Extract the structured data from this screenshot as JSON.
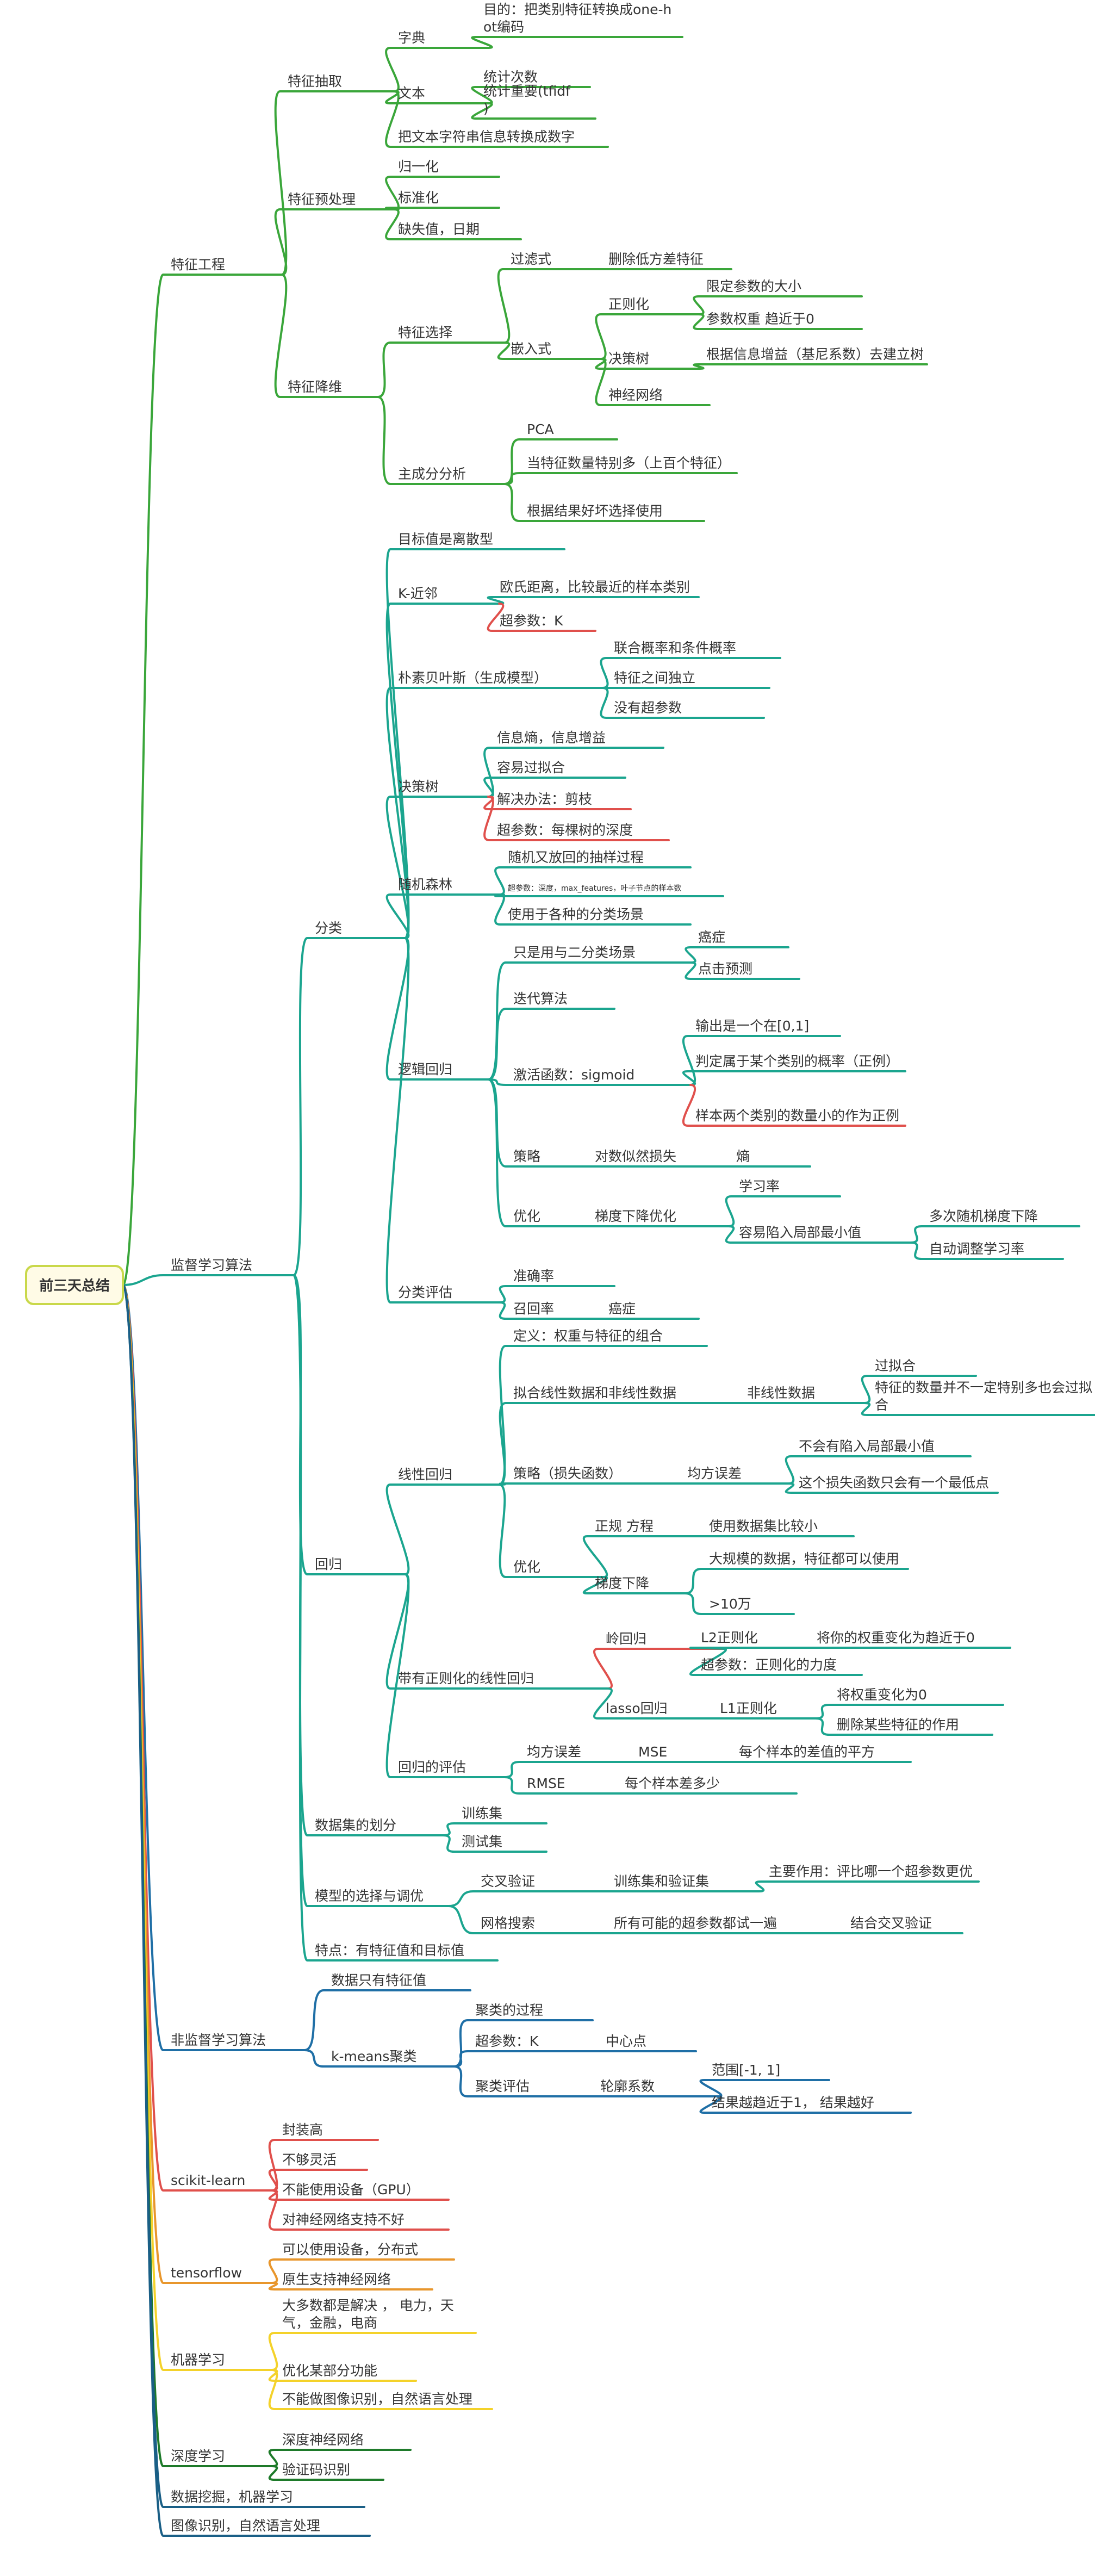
{
  "root": "前三天总结",
  "colors": {
    "green": "#3aa63a",
    "teal": "#1ba58f",
    "blue": "#1f6fa6",
    "red": "#e0504c",
    "orange": "#e8962c",
    "yellow": "#f4d22a",
    "darkgreen": "#1e7a2a",
    "navy": "#1a5f86"
  },
  "nodes": [
    {
      "id": "n_fe",
      "text": "特征工程",
      "color": "green",
      "parent": "root"
    },
    {
      "id": "n_extract",
      "text": "特征抽取",
      "color": "green",
      "parent": "n_fe"
    },
    {
      "id": "n_dict",
      "text": "字典",
      "color": "green",
      "parent": "n_extract"
    },
    {
      "id": "n_dict_goal",
      "text": "目的：把类别特征转换成one-hot编码",
      "color": "green",
      "parent": "n_dict"
    },
    {
      "id": "n_text",
      "text": "文本",
      "color": "green",
      "parent": "n_extract"
    },
    {
      "id": "n_count",
      "text": "统计次数",
      "color": "green",
      "parent": "n_text"
    },
    {
      "id": "n_tfidf",
      "text": "统计重要(tfidf)",
      "color": "green",
      "parent": "n_text"
    },
    {
      "id": "n_str2num",
      "text": "把文本字符串信息转换成数字",
      "color": "green",
      "parent": "n_extract"
    },
    {
      "id": "n_prep",
      "text": "特征预处理",
      "color": "green",
      "parent": "n_fe"
    },
    {
      "id": "n_norm",
      "text": "归一化",
      "color": "green",
      "parent": "n_prep"
    },
    {
      "id": "n_std",
      "text": "标准化",
      "color": "green",
      "parent": "n_prep"
    },
    {
      "id": "n_missing",
      "text": "缺失值，日期",
      "color": "green",
      "parent": "n_prep"
    },
    {
      "id": "n_dimred",
      "text": "特征降维",
      "color": "green",
      "parent": "n_fe"
    },
    {
      "id": "n_select",
      "text": "特征选择",
      "color": "green",
      "parent": "n_dimred"
    },
    {
      "id": "n_filter",
      "text": "过滤式",
      "color": "green",
      "parent": "n_select"
    },
    {
      "id": "n_lowvar",
      "text": "删除低方差特征",
      "color": "green",
      "parent": "n_filter"
    },
    {
      "id": "n_embed",
      "text": "嵌入式",
      "color": "green",
      "parent": "n_select"
    },
    {
      "id": "n_reg",
      "text": "正则化",
      "color": "green",
      "parent": "n_embed"
    },
    {
      "id": "n_limit",
      "text": "限定参数的大小",
      "color": "green",
      "parent": "n_reg"
    },
    {
      "id": "n_weight0",
      "text": "参数权重 趋近于0",
      "color": "green",
      "parent": "n_reg"
    },
    {
      "id": "n_dtree_sel",
      "text": "决策树",
      "color": "green",
      "parent": "n_embed"
    },
    {
      "id": "n_gini",
      "text": "根据信息增益（基尼系数）去建立树",
      "color": "green",
      "parent": "n_dtree_sel"
    },
    {
      "id": "n_nn_sel",
      "text": "神经网络",
      "color": "green",
      "parent": "n_embed"
    },
    {
      "id": "n_pca_group",
      "text": "主成分分析",
      "color": "green",
      "parent": "n_dimred"
    },
    {
      "id": "n_pca",
      "text": "PCA",
      "color": "green",
      "parent": "n_pca_group"
    },
    {
      "id": "n_manyfeat",
      "text": "当特征数量特别多（上百个特征）",
      "color": "green",
      "parent": "n_pca_group"
    },
    {
      "id": "n_choose",
      "text": "根据结果好坏选择使用",
      "color": "green",
      "parent": "n_pca_group"
    },
    {
      "id": "n_sup",
      "text": "监督学习算法",
      "color": "teal",
      "parent": "root"
    },
    {
      "id": "n_cls",
      "text": "分类",
      "color": "teal",
      "parent": "n_sup"
    },
    {
      "id": "n_discrete",
      "text": "目标值是离散型",
      "color": "teal",
      "parent": "n_cls"
    },
    {
      "id": "n_knn",
      "text": "K-近邻",
      "color": "teal",
      "parent": "n_cls"
    },
    {
      "id": "n_euclid",
      "text": "欧氏距离，比较最近的样本类别",
      "color": "teal",
      "parent": "n_knn"
    },
    {
      "id": "n_k",
      "text": "超参数：K",
      "color": "red",
      "parent": "n_knn"
    },
    {
      "id": "n_nb",
      "text": "朴素贝叶斯（生成模型）",
      "color": "teal",
      "parent": "n_cls"
    },
    {
      "id": "n_joint",
      "text": "联合概率和条件概率",
      "color": "teal",
      "parent": "n_nb"
    },
    {
      "id": "n_indep",
      "text": "特征之间独立",
      "color": "teal",
      "parent": "n_nb"
    },
    {
      "id": "n_nohyper",
      "text": "没有超参数",
      "color": "teal",
      "parent": "n_nb"
    },
    {
      "id": "n_dt",
      "text": "决策树",
      "color": "teal",
      "parent": "n_cls"
    },
    {
      "id": "n_entropy",
      "text": "信息熵，信息增益",
      "color": "teal",
      "parent": "n_dt"
    },
    {
      "id": "n_overfit",
      "text": "容易过拟合",
      "color": "teal",
      "parent": "n_dt"
    },
    {
      "id": "n_prune",
      "text": "解决办法：剪枝",
      "color": "red",
      "parent": "n_dt"
    },
    {
      "id": "n_depth",
      "text": "超参数：每棵树的深度",
      "color": "red",
      "parent": "n_dt"
    },
    {
      "id": "n_rf",
      "text": "随机森林",
      "color": "teal",
      "parent": "n_cls"
    },
    {
      "id": "n_bootstrap",
      "text": "随机又放回的抽样过程",
      "color": "teal",
      "parent": "n_rf"
    },
    {
      "id": "n_rfhyper",
      "text": "超参数：深度，max_features，叶子节点的样本数",
      "color": "teal",
      "parent": "n_rf",
      "small": true
    },
    {
      "id": "n_rfuse",
      "text": "使用于各种的分类场景",
      "color": "teal",
      "parent": "n_rf"
    },
    {
      "id": "n_lr",
      "text": "逻辑回归",
      "color": "teal",
      "parent": "n_cls"
    },
    {
      "id": "n_binary",
      "text": "只是用与二分类场景",
      "color": "teal",
      "parent": "n_lr"
    },
    {
      "id": "n_cancer",
      "text": "癌症",
      "color": "teal",
      "parent": "n_binary"
    },
    {
      "id": "n_click",
      "text": "点击预测",
      "color": "teal",
      "parent": "n_binary"
    },
    {
      "id": "n_iter",
      "text": "迭代算法",
      "color": "teal",
      "parent": "n_lr"
    },
    {
      "id": "n_sigmoid",
      "text": "激活函数：sigmoid",
      "color": "teal",
      "parent": "n_lr"
    },
    {
      "id": "n_out01",
      "text": "输出是一个在[0,1]",
      "color": "teal",
      "parent": "n_sigmoid"
    },
    {
      "id": "n_prob",
      "text": "判定属于某个类别的概率（正例）",
      "color": "teal",
      "parent": "n_sigmoid"
    },
    {
      "id": "n_smallpos",
      "text": "样本两个类别的数量小的作为正例",
      "color": "red",
      "parent": "n_sigmoid"
    },
    {
      "id": "n_strategy",
      "text": "策略",
      "color": "teal",
      "parent": "n_lr"
    },
    {
      "id": "n_logloss",
      "text": "对数似然损失",
      "color": "teal",
      "parent": "n_strategy"
    },
    {
      "id": "n_shang",
      "text": "熵",
      "color": "teal",
      "parent": "n_logloss"
    },
    {
      "id": "n_opt",
      "text": "优化",
      "color": "teal",
      "parent": "n_lr"
    },
    {
      "id": "n_gd",
      "text": "梯度下降优化",
      "color": "teal",
      "parent": "n_opt"
    },
    {
      "id": "n_lrate",
      "text": "学习率",
      "color": "teal",
      "parent": "n_gd"
    },
    {
      "id": "n_localmin",
      "text": "容易陷入局部最小值",
      "color": "teal",
      "parent": "n_gd"
    },
    {
      "id": "n_multi",
      "text": "多次随机梯度下降",
      "color": "teal",
      "parent": "n_localmin"
    },
    {
      "id": "n_auto",
      "text": "自动调整学习率",
      "color": "teal",
      "parent": "n_localmin"
    },
    {
      "id": "n_clseval",
      "text": "分类评估",
      "color": "teal",
      "parent": "n_cls"
    },
    {
      "id": "n_prec",
      "text": "准确率",
      "color": "teal",
      "parent": "n_clseval"
    },
    {
      "id": "n_recall",
      "text": "召回率",
      "color": "teal",
      "parent": "n_clseval"
    },
    {
      "id": "n_cancer2",
      "text": "癌症",
      "color": "teal",
      "parent": "n_recall"
    },
    {
      "id": "n_rgr",
      "text": "回归",
      "color": "teal",
      "parent": "n_sup"
    },
    {
      "id": "n_linreg",
      "text": "线性回归",
      "color": "teal",
      "parent": "n_rgr"
    },
    {
      "id": "n_def",
      "text": "定义：权重与特征的组合",
      "color": "teal",
      "parent": "n_linreg"
    },
    {
      "id": "n_fit",
      "text": "拟合线性数据和非线性数据",
      "color": "teal",
      "parent": "n_linreg"
    },
    {
      "id": "n_nonlin",
      "text": "非线性数据",
      "color": "teal",
      "parent": "n_fit"
    },
    {
      "id": "n_overfit2",
      "text": "过拟合",
      "color": "teal",
      "parent": "n_nonlin"
    },
    {
      "id": "n_notover",
      "text": "特征的数量并不一定特别多也会过拟合",
      "color": "teal",
      "parent": "n_nonlin"
    },
    {
      "id": "n_loss",
      "text": "策略（损失函数）",
      "color": "teal",
      "parent": "n_linreg"
    },
    {
      "id": "n_mse",
      "text": "均方误差",
      "color": "teal",
      "parent": "n_loss"
    },
    {
      "id": "n_nolocal",
      "text": "不会有陷入局部最小值",
      "color": "teal",
      "parent": "n_mse"
    },
    {
      "id": "n_onlymin",
      "text": "这个损失函数只会有一个最低点",
      "color": "teal",
      "parent": "n_mse"
    },
    {
      "id": "n_lopt",
      "text": "优化",
      "color": "teal",
      "parent": "n_linreg"
    },
    {
      "id": "n_normal",
      "text": "正规 方程",
      "color": "teal",
      "parent": "n_lopt"
    },
    {
      "id": "n_small",
      "text": "使用数据集比较小",
      "color": "teal",
      "parent": "n_normal"
    },
    {
      "id": "n_gd2",
      "text": "梯度下降",
      "color": "teal",
      "parent": "n_lopt"
    },
    {
      "id": "n_large",
      "text": "大规模的数据，特征都可以使用",
      "color": "teal",
      "parent": "n_gd2"
    },
    {
      "id": "n_10w",
      "text": ">10万",
      "color": "teal",
      "parent": "n_gd2"
    },
    {
      "id": "n_reglin",
      "text": "带有正则化的线性回归",
      "color": "teal",
      "parent": "n_rgr"
    },
    {
      "id": "n_ridge",
      "text": "岭回归",
      "color": "red",
      "parent": "n_reglin"
    },
    {
      "id": "n_l2",
      "text": "L2正则化",
      "color": "teal",
      "parent": "n_ridge"
    },
    {
      "id": "n_l2desc",
      "text": "将你的权重变化为趋近于0",
      "color": "teal",
      "parent": "n_l2"
    },
    {
      "id": "n_alpha",
      "text": "超参数：正则化的力度",
      "color": "teal",
      "parent": "n_ridge"
    },
    {
      "id": "n_lasso",
      "text": "lasso回归",
      "color": "teal",
      "parent": "n_reglin"
    },
    {
      "id": "n_l1",
      "text": "L1正则化",
      "color": "teal",
      "parent": "n_lasso"
    },
    {
      "id": "n_l1a",
      "text": "将权重变化为0",
      "color": "teal",
      "parent": "n_l1"
    },
    {
      "id": "n_l1b",
      "text": "删除某些特征的作用",
      "color": "teal",
      "parent": "n_l1"
    },
    {
      "id": "n_rgreval",
      "text": "回归的评估",
      "color": "teal",
      "parent": "n_rgr"
    },
    {
      "id": "n_msegrp",
      "text": "均方误差",
      "color": "teal",
      "parent": "n_rgreval"
    },
    {
      "id": "n_mse2",
      "text": "MSE",
      "color": "teal",
      "parent": "n_msegrp"
    },
    {
      "id": "n_msedesc",
      "text": "每个样本的差值的平方",
      "color": "teal",
      "parent": "n_mse2"
    },
    {
      "id": "n_rmse",
      "text": "RMSE",
      "color": "teal",
      "parent": "n_rgreval"
    },
    {
      "id": "n_rmsedesc",
      "text": "每个样本差多少",
      "color": "teal",
      "parent": "n_rmse"
    },
    {
      "id": "n_split",
      "text": "数据集的划分",
      "color": "teal",
      "parent": "n_sup"
    },
    {
      "id": "n_train",
      "text": "训练集",
      "color": "teal",
      "parent": "n_split"
    },
    {
      "id": "n_test",
      "text": "测试集",
      "color": "teal",
      "parent": "n_split"
    },
    {
      "id": "n_model",
      "text": "模型的选择与调优",
      "color": "teal",
      "parent": "n_sup"
    },
    {
      "id": "n_cv",
      "text": "交叉验证",
      "color": "teal",
      "parent": "n_model"
    },
    {
      "id": "n_trainval",
      "text": "训练集和验证集",
      "color": "teal",
      "parent": "n_cv"
    },
    {
      "id": "n_cvrole",
      "text": "主要作用：评比哪一个超参数更优",
      "color": "teal",
      "parent": "n_trainval"
    },
    {
      "id": "n_grid",
      "text": "网格搜索",
      "color": "teal",
      "parent": "n_model"
    },
    {
      "id": "n_allparam",
      "text": "所有可能的超参数都试一遍",
      "color": "teal",
      "parent": "n_grid"
    },
    {
      "id": "n_combcv",
      "text": "结合交叉验证",
      "color": "teal",
      "parent": "n_allparam"
    },
    {
      "id": "n_feat",
      "text": "特点：有特征值和目标值",
      "color": "teal",
      "parent": "n_sup"
    },
    {
      "id": "n_unsup",
      "text": "非监督学习算法",
      "color": "blue",
      "parent": "root"
    },
    {
      "id": "n_onlyfeat",
      "text": "数据只有特征值",
      "color": "blue",
      "parent": "n_unsup"
    },
    {
      "id": "n_kmeans",
      "text": "k-means聚类",
      "color": "blue",
      "parent": "n_unsup"
    },
    {
      "id": "n_process",
      "text": "聚类的过程",
      "color": "blue",
      "parent": "n_kmeans"
    },
    {
      "id": "n_khyper",
      "text": "超参数：K",
      "color": "blue",
      "parent": "n_kmeans"
    },
    {
      "id": "n_center",
      "text": "中心点",
      "color": "blue",
      "parent": "n_khyper"
    },
    {
      "id": "n_ceval",
      "text": "聚类评估",
      "color": "blue",
      "parent": "n_kmeans"
    },
    {
      "id": "n_sil",
      "text": "轮廓系数",
      "color": "blue",
      "parent": "n_ceval"
    },
    {
      "id": "n_range",
      "text": "范围[-1, 1]",
      "color": "blue",
      "parent": "n_sil"
    },
    {
      "id": "n_closer",
      "text": "结果越趋近于1，  结果越好",
      "color": "blue",
      "parent": "n_sil"
    },
    {
      "id": "n_sk",
      "text": "scikit-learn",
      "color": "red",
      "parent": "root"
    },
    {
      "id": "n_sk1",
      "text": "封装高",
      "color": "red",
      "parent": "n_sk"
    },
    {
      "id": "n_sk2",
      "text": "不够灵活",
      "color": "red",
      "parent": "n_sk"
    },
    {
      "id": "n_sk3",
      "text": "不能使用设备（GPU）",
      "color": "red",
      "parent": "n_sk"
    },
    {
      "id": "n_sk4",
      "text": "对神经网络支持不好",
      "color": "red",
      "parent": "n_sk"
    },
    {
      "id": "n_tf",
      "text": "tensorflow",
      "color": "orange",
      "parent": "root"
    },
    {
      "id": "n_tf1",
      "text": "可以使用设备，分布式",
      "color": "orange",
      "parent": "n_tf"
    },
    {
      "id": "n_tf2",
      "text": "原生支持神经网络",
      "color": "orange",
      "parent": "n_tf"
    },
    {
      "id": "n_ml",
      "text": "机器学习",
      "color": "yellow",
      "parent": "root"
    },
    {
      "id": "n_ml1",
      "text": "大多数都是解决 ，  电力，天气，金融，电商",
      "color": "yellow",
      "parent": "n_ml"
    },
    {
      "id": "n_ml2",
      "text": "优化某部分功能",
      "color": "yellow",
      "parent": "n_ml"
    },
    {
      "id": "n_ml3",
      "text": "不能做图像识别，自然语言处理",
      "color": "yellow",
      "parent": "n_ml"
    },
    {
      "id": "n_dl",
      "text": "深度学习",
      "color": "darkgreen",
      "parent": "root"
    },
    {
      "id": "n_dl1",
      "text": "深度神经网络",
      "color": "darkgreen",
      "parent": "n_dl"
    },
    {
      "id": "n_dl2",
      "text": "验证码识别",
      "color": "darkgreen",
      "parent": "n_dl"
    },
    {
      "id": "n_mining",
      "text": "数据挖掘，机器学习",
      "color": "navy",
      "parent": "root"
    },
    {
      "id": "n_vision",
      "text": "图像识别，自然语言处理",
      "color": "navy",
      "parent": "root"
    }
  ]
}
